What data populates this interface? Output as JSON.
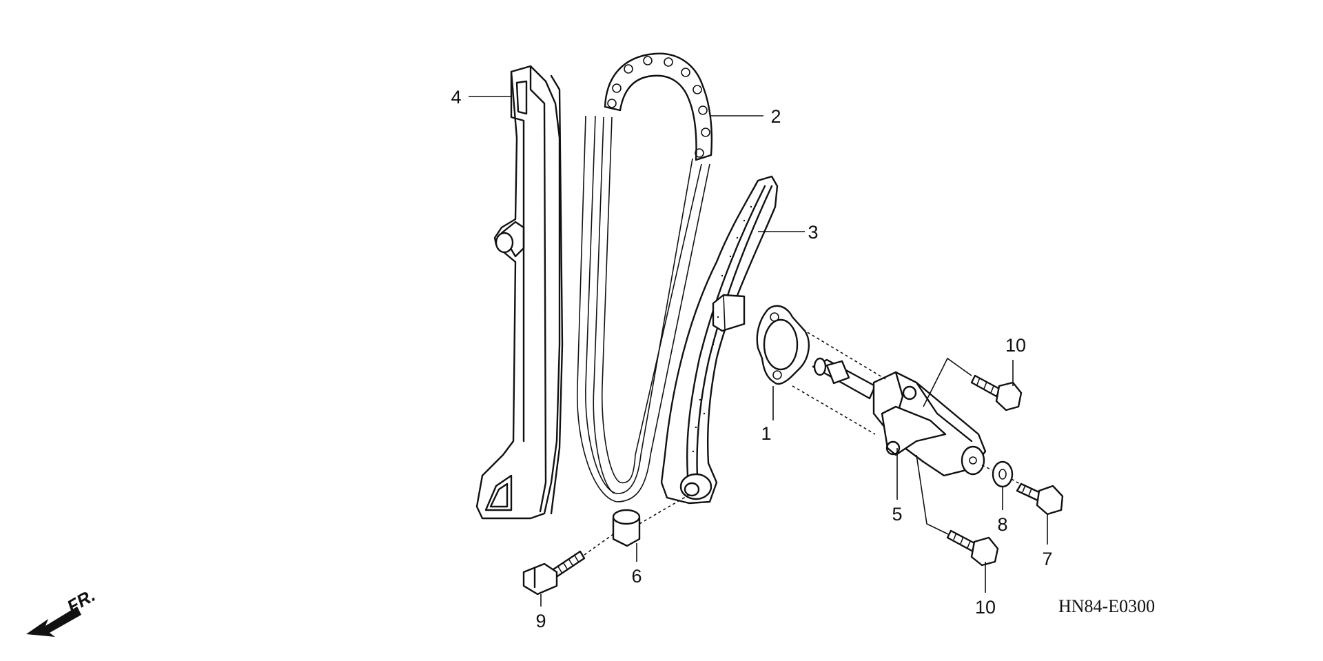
{
  "diagram": {
    "code": "HN84-E0300",
    "front_indicator": "FR.",
    "callouts": [
      {
        "id": "c1",
        "label": "1"
      },
      {
        "id": "c2",
        "label": "2"
      },
      {
        "id": "c3",
        "label": "3"
      },
      {
        "id": "c4",
        "label": "4"
      },
      {
        "id": "c5",
        "label": "5"
      },
      {
        "id": "c6",
        "label": "6"
      },
      {
        "id": "c7",
        "label": "7"
      },
      {
        "id": "c8",
        "label": "8"
      },
      {
        "id": "c9",
        "label": "9"
      },
      {
        "id": "c10a",
        "label": "10"
      },
      {
        "id": "c10b",
        "label": "10"
      }
    ]
  }
}
